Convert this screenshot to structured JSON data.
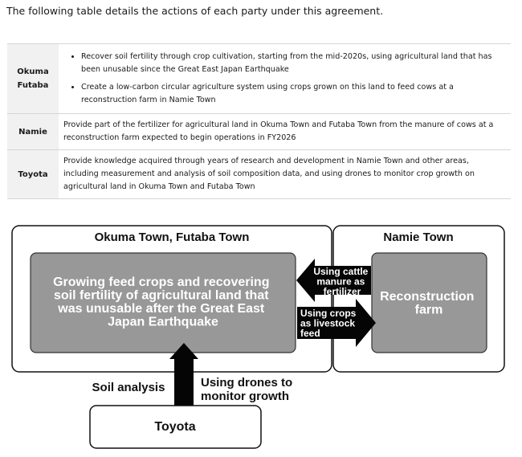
{
  "intro_text": "The following table details the actions of each party under this agreement.",
  "table": {
    "rows": [
      {
        "party_lines": [
          "Okuma",
          "Futaba"
        ],
        "bullets": [
          "Recover soil fertility through crop cultivation, starting from the mid-2020s, using agricultural land that has been unusable since the Great East Japan Earthquake",
          "Create a low-carbon circular agriculture system using crops grown on this land to feed cows at a reconstruction farm in Namie Town"
        ]
      },
      {
        "party": "Namie",
        "description": "Provide part of the fertilizer for agricultural land in Okuma Town and Futaba Town from the manure of cows at a reconstruction farm expected to begin operations in FY2026"
      },
      {
        "party": "Toyota",
        "description": "Provide knowledge acquired through years of research and development in Namie Town and other areas, including measurement and analysis of soil composition data, and using drones to monitor crop growth on agricultural land in Okuma Town and Futaba Town"
      }
    ]
  },
  "diagram": {
    "left_region_title": "Okuma Town, Futaba Town",
    "right_region_title": "Namie Town",
    "main_box_lines": [
      "Growing feed crops and recovering",
      "soil fertility of agricultural land that",
      "was unusable after the Great East",
      "Japan Earthquake"
    ],
    "farm_box_lines": [
      "Reconstruction",
      "farm"
    ],
    "arrow_left_lines": [
      "Using cattle",
      "manure as",
      "fertilizer"
    ],
    "arrow_right_lines": [
      "Using crops",
      "as livestock",
      "feed"
    ],
    "soil_analysis_label": "Soil analysis",
    "drones_label_lines": [
      "Using drones to",
      "monitor growth"
    ],
    "toyota_label": "Toyota"
  }
}
